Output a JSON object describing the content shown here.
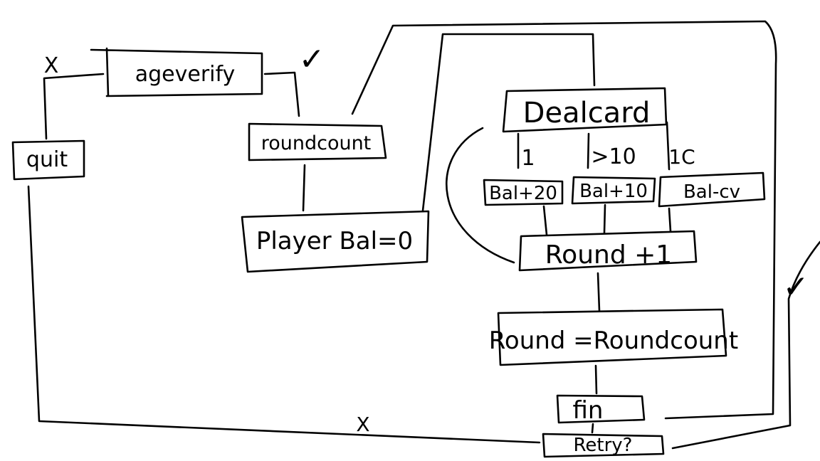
{
  "nodes": {
    "ageverify": "ageverify",
    "quit": "quit",
    "roundcount": "roundcount",
    "player_bal": "Player Bal=0",
    "dealcard": "Dealcard",
    "bal_plus_20": "Bal+20",
    "bal_plus_10": "Bal+10",
    "bal_minus_cv": "Bal-cv",
    "round_plus_1": "Round +1",
    "round_eq_roundcount": "Round =Roundcount",
    "fin": "fin",
    "retry": "Retry?"
  },
  "edge_labels": {
    "age_fail": "X",
    "age_pass": "✓",
    "card_1": "1",
    "card_gt10": ">10",
    "card_1c": "1C",
    "retry_no": "X",
    "retry_yes": "✓"
  }
}
